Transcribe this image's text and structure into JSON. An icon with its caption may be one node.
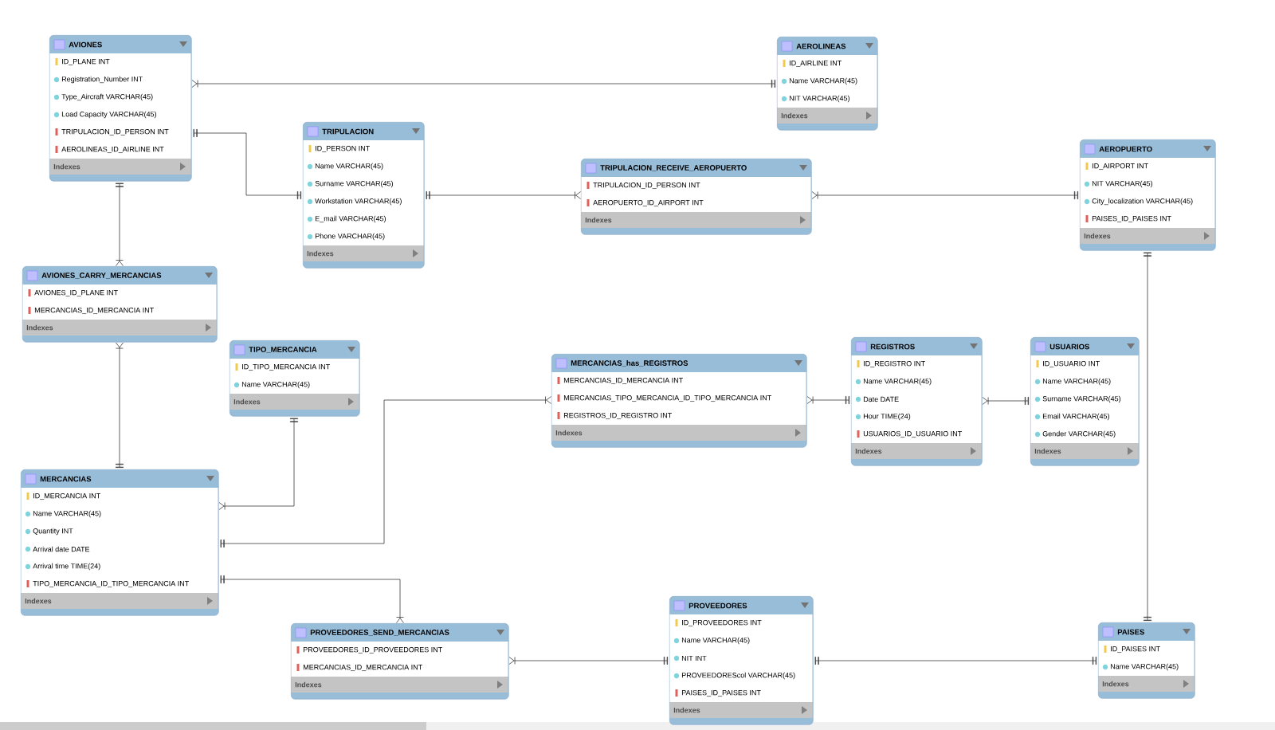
{
  "diagram": {
    "nodes": [
      {
        "text": [
          "AVIONES",
          "ID_PLANE INT",
          "Registration_Number INT",
          "Type_Aircraft VARCHAR(45)",
          "Load Capacity VARCHAR(45)",
          "TRIPULACION_ID_PERSON INT",
          "AEROLINEAS_ID_AIRLINE INT",
          "Indexes"
        ]
      },
      {
        "text": [
          "AEROLINEAS",
          "ID_AIRLINE INT",
          "Name VARCHAR(45)",
          "NIT VARCHAR(45)",
          "Indexes"
        ]
      },
      {
        "text": [
          "TRIPULACION",
          "ID_PERSON INT",
          "Name VARCHAR(45)",
          "Surname VARCHAR(45)",
          "Workstation VARCHAR(45)",
          "E_mail VARCHAR(45)",
          "Phone VARCHAR(45)",
          "Indexes"
        ]
      },
      {
        "text": [
          "TRIPULACION_RECEIVE_AEROPUERTO",
          "TRIPULACION_ID_PERSON INT",
          "AEROPUERTO_ID_AIRPORT INT",
          "Indexes"
        ]
      },
      {
        "text": [
          "AEROPUERTO",
          "ID_AIRPORT INT",
          "NIT VARCHAR(45)",
          "City_localization VARCHAR(45)",
          "PAISES_ID_PAISES INT",
          "Indexes"
        ]
      },
      {
        "text": [
          "AVIONES_CARRY_MERCANCIAS",
          "AVIONES_ID_PLANE INT",
          "MERCANCIAS_ID_MERCANCIA INT",
          "Indexes"
        ]
      },
      {
        "text": [
          "TIPO_MERCANCIA",
          "ID_TIPO_MERCANCIA INT",
          "Name VARCHAR(45)",
          "Indexes"
        ]
      },
      {
        "text": [
          "MERCANCIAS_has_REGISTROS",
          "MERCANCIAS_ID_MERCANCIA INT",
          "MERCANCIAS_TIPO_MERCANCIA_ID_TIPO_MERCANCIA INT",
          "REGISTROS_ID_REGISTRO INT",
          "Indexes"
        ]
      },
      {
        "text": [
          "REGISTROS",
          "ID_REGISTRO INT",
          "Name VARCHAR(45)",
          "Date DATE",
          "Hour TIME(24)",
          "USUARIOS_ID_USUARIO INT",
          "Indexes"
        ]
      },
      {
        "text": [
          "USUARIOS",
          "ID_USUARIO INT",
          "Name VARCHAR(45)",
          "Surname VARCHAR(45)",
          "Email VARCHAR(45)",
          "Gender VARCHAR(45)",
          "Indexes"
        ]
      },
      {
        "text": [
          "MERCANCIAS",
          "ID_MERCANCIA INT",
          "Name VARCHAR(45)",
          "Quantity INT",
          "Arrival date DATE",
          "Arrival time TIME(24)",
          "TIPO_MERCANCIA_ID_TIPO_MERCANCIA INT",
          "Indexes"
        ]
      },
      {
        "text": [
          "PROVEEDORES_SEND_MERCANCIAS",
          "PROVEEDORES_ID_PROVEEDORES INT",
          "MERCANCIAS_ID_MERCANCIA INT",
          "Indexes"
        ]
      },
      {
        "text": [
          "PROVEEDORES",
          "ID_PROVEEDORES INT",
          "Name VARCHAR(45)",
          "NIT INT",
          "PROVEEDOREScol VARCHAR(45)",
          "PAISES_ID_PAISES INT",
          "Indexes"
        ]
      },
      {
        "text": [
          "PAISES",
          "ID_PAISES INT",
          "Name VARCHAR(45)",
          "Indexes"
        ]
      }
    ],
    "edges": [
      {
        "from": 0,
        "to": 1,
        "arrow": "other"
      },
      {
        "from": 0,
        "to": 2,
        "arrow": "other"
      },
      {
        "from": 2,
        "to": 3,
        "arrow": "other"
      },
      {
        "from": 3,
        "to": 4,
        "arrow": "other"
      },
      {
        "from": 0,
        "to": 5,
        "arrow": "other"
      },
      {
        "from": 5,
        "to": 10,
        "arrow": "other"
      },
      {
        "from": 6,
        "to": 10,
        "arrow": "other"
      },
      {
        "from": 10,
        "to": 7,
        "arrow": "other"
      },
      {
        "from": 7,
        "to": 8,
        "arrow": "other"
      },
      {
        "from": 8,
        "to": 9,
        "arrow": "other"
      },
      {
        "from": 10,
        "to": 11,
        "arrow": "other"
      },
      {
        "from": 11,
        "to": 12,
        "arrow": "other"
      },
      {
        "from": 12,
        "to": 13,
        "arrow": "other"
      },
      {
        "from": 4,
        "to": 13,
        "arrow": "other"
      }
    ]
  }
}
